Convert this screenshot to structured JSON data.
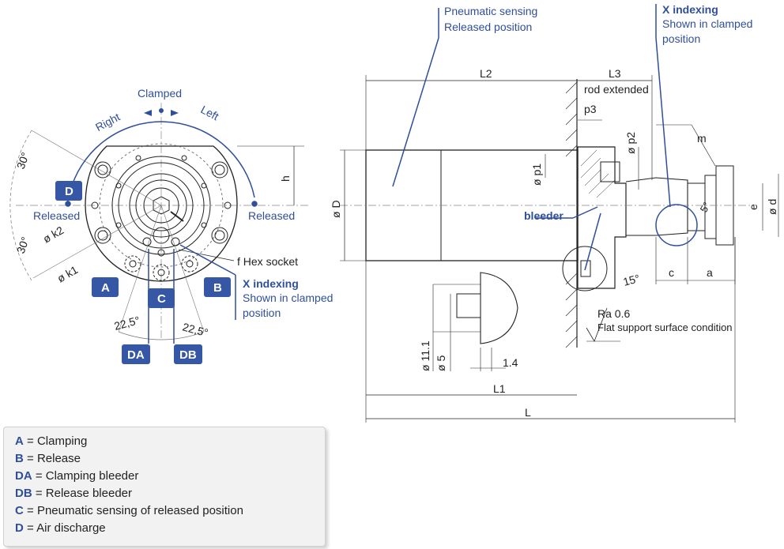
{
  "front_view": {
    "clamped": "Clamped",
    "right": "Right",
    "left": "Left",
    "released_left": "Released",
    "released_right": "Released",
    "angle_30_top": "30°",
    "angle_30_bottom": "30°",
    "k2": "ø k2",
    "k1": "ø k1",
    "h": "h",
    "hex_socket": "f  Hex socket",
    "x_indexing": "X indexing",
    "shown_clamped_1": "Shown in clamped",
    "shown_clamped_2": "position",
    "angle_22_left": "22,5°",
    "angle_22_right": "22,5°",
    "badges": [
      "D",
      "A",
      "B",
      "C",
      "DA",
      "DB"
    ]
  },
  "side_view": {
    "pneumatic_1": "Pneumatic sensing",
    "pneumatic_2": "Released position",
    "x_indexing": "X indexing",
    "shown_1": "Shown in clamped",
    "shown_2": "position",
    "L2": "L2",
    "L3": "L3",
    "rod_extended": "rod extended",
    "p3": "p3",
    "p2": "ø p2",
    "p1": "ø p1",
    "m": "m",
    "D": "ø D",
    "bleeder": "bleeder",
    "e": "e",
    "d": "ø d",
    "five": "5°",
    "c": "c",
    "a": "a",
    "fifteen": "15°",
    "ra": "Ra 0.6",
    "flat_support": "Flat support surface condition",
    "d11": "ø 11.1",
    "d5": "ø 5",
    "v14": "1.4",
    "L1": "L1",
    "L": "L"
  },
  "legend": [
    {
      "key": "A",
      "text": " = Clamping"
    },
    {
      "key": "B",
      "text": " = Release"
    },
    {
      "key": "DA",
      "text": " = Clamping bleeder"
    },
    {
      "key": "DB",
      "text": " = Release bleeder"
    },
    {
      "key": "C",
      "text": " = Pneumatic sensing of released position"
    },
    {
      "key": "D",
      "text": " = Air discharge"
    }
  ],
  "colors": {
    "accent": "#2f4f9a",
    "badge": "#3557a6"
  }
}
